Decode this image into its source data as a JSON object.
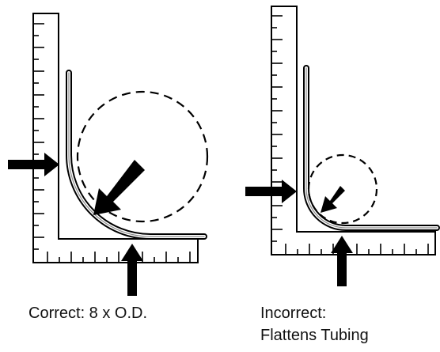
{
  "colors": {
    "line": "#000000",
    "background": "#ffffff",
    "tube_core": "#8a8a8a"
  },
  "captions": {
    "correct": "Correct: 8 x O.D.",
    "incorrect_line1": "Incorrect:",
    "incorrect_line2": "Flattens Tubing"
  },
  "panels": [
    {
      "id": "correct",
      "bend": "large-radius",
      "indicator": "dashed-circle",
      "arrows": [
        "left-input",
        "diagonal-radius",
        "bottom-input"
      ]
    },
    {
      "id": "incorrect",
      "bend": "small-radius",
      "indicator": "dashed-circle",
      "arrows": [
        "left-input",
        "diagonal-radius",
        "bottom-input"
      ]
    }
  ]
}
